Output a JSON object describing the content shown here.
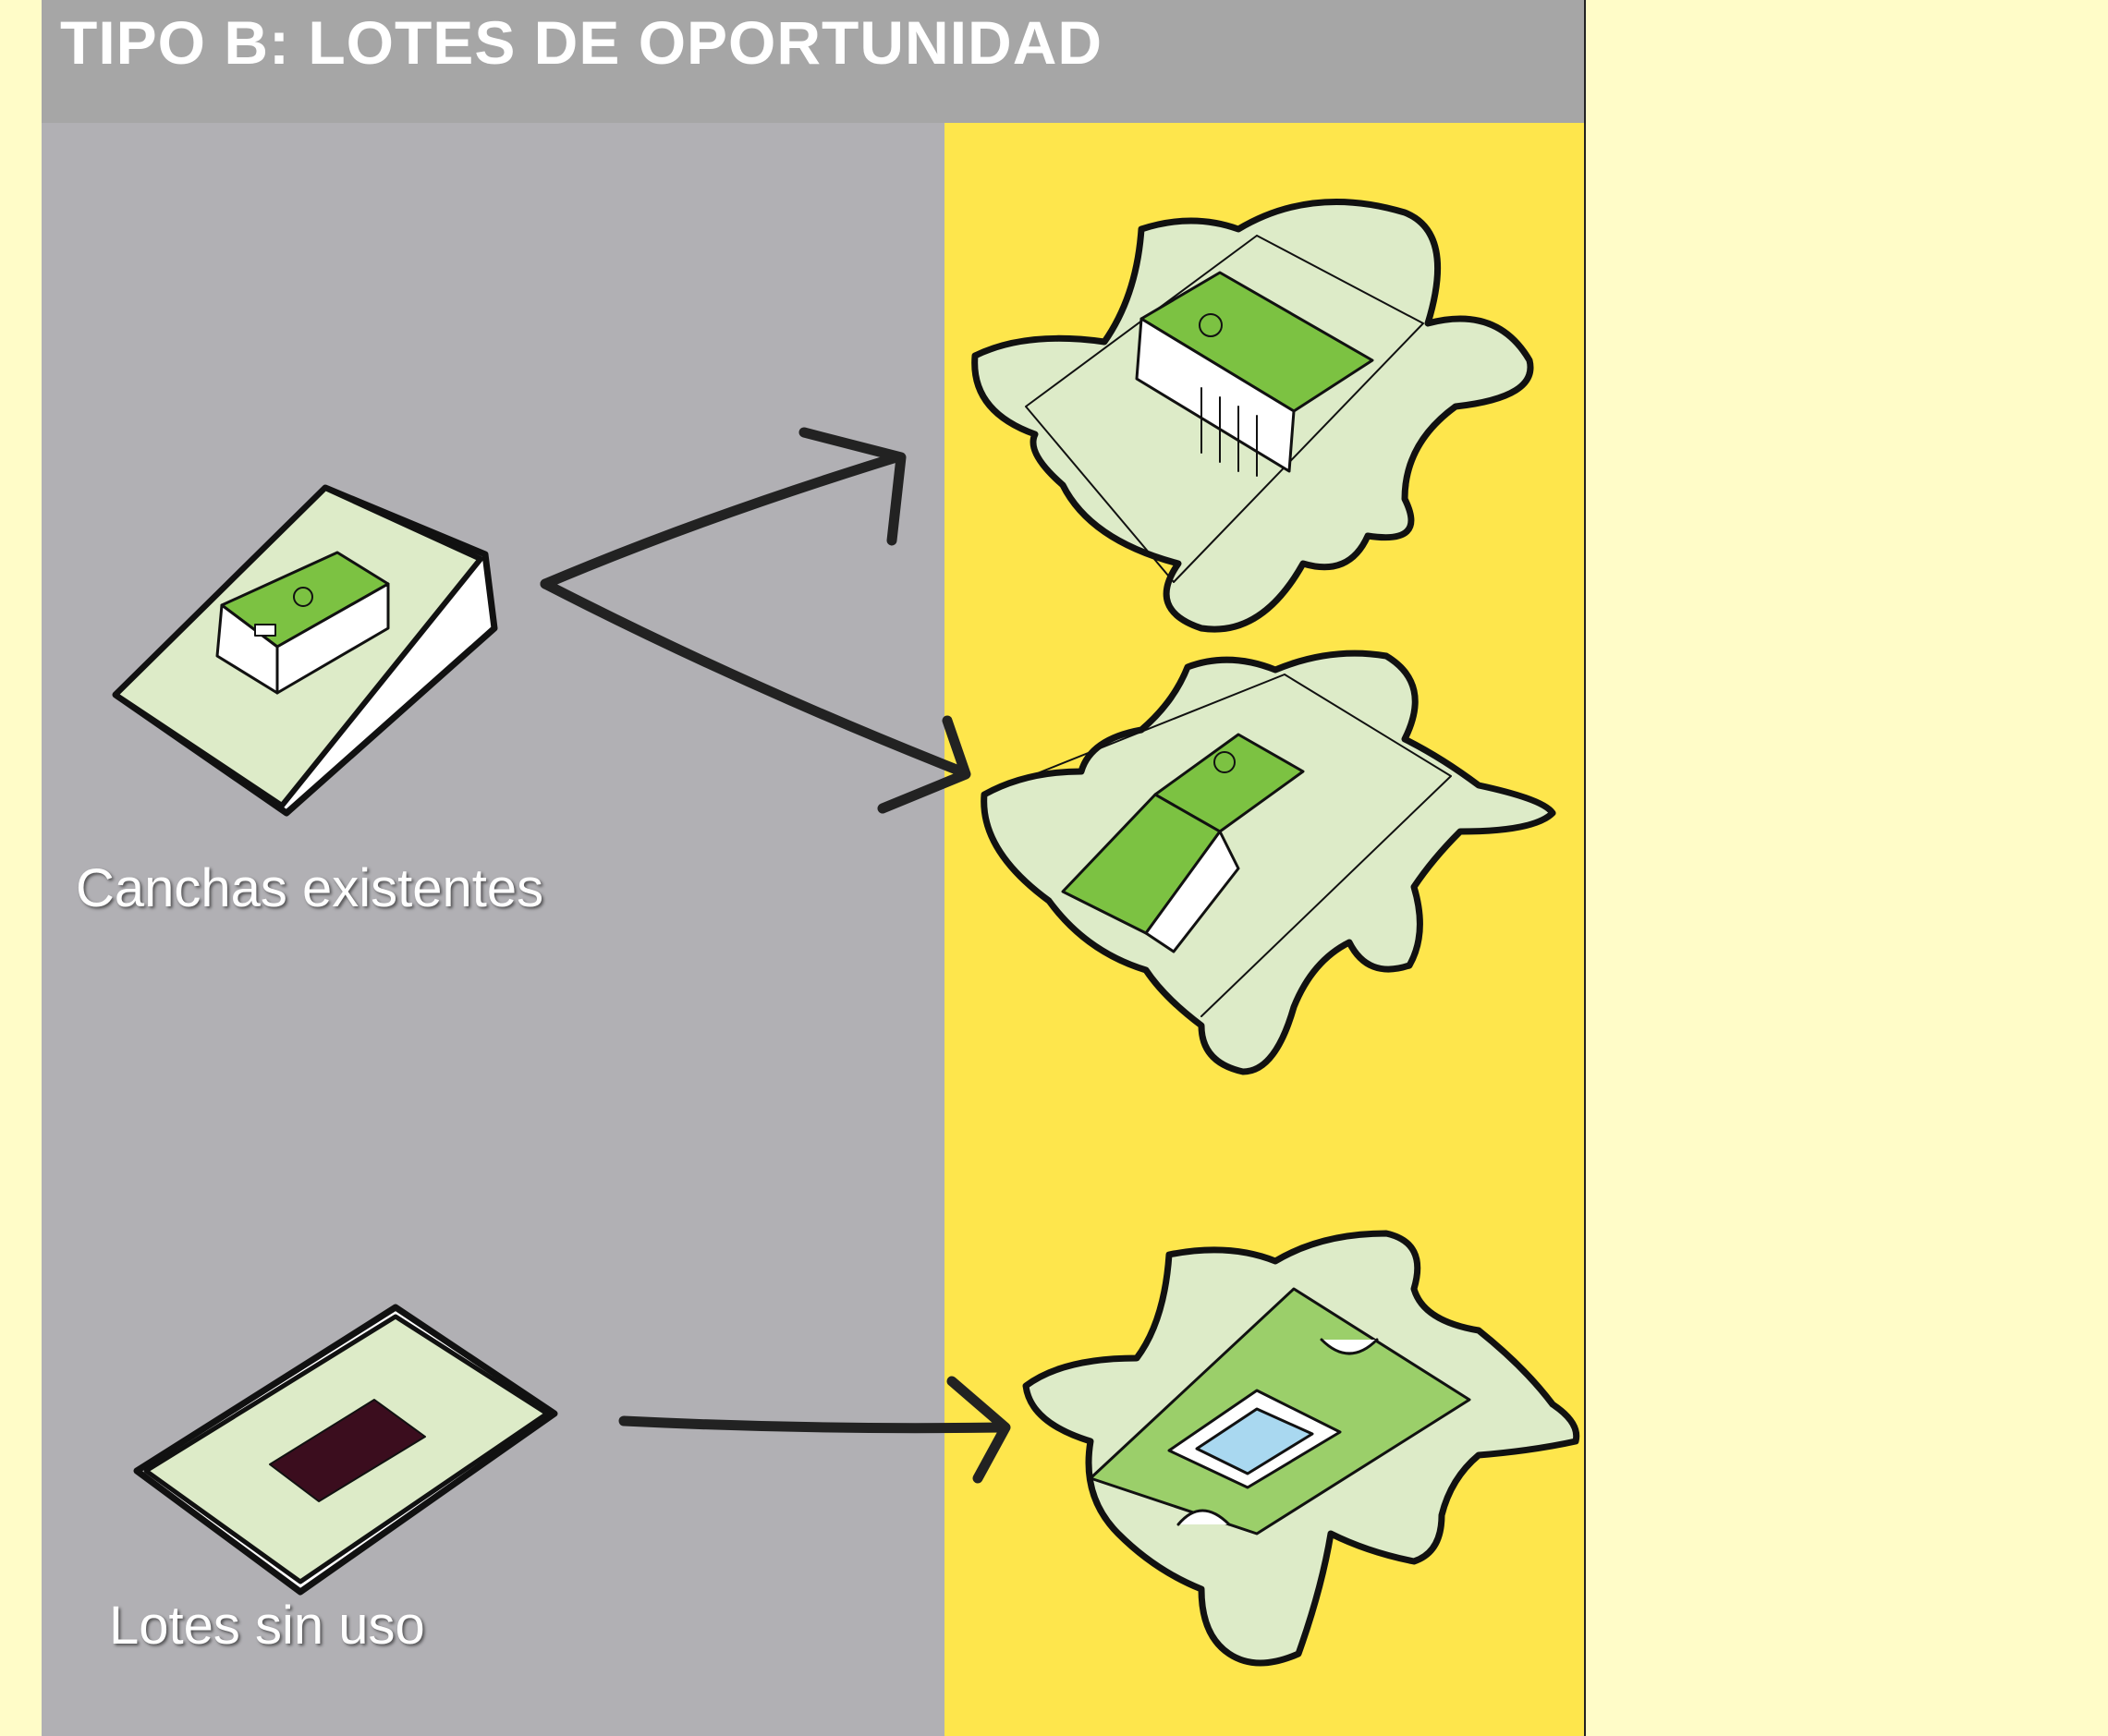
{
  "header": {
    "title": "TIPO B: LOTES DE OPORTUNIDAD"
  },
  "labels": {
    "existing_fields": "Canchas existentes",
    "unused_lots": "Lotes sin uso"
  },
  "colors": {
    "header_bg": "#A6A6A6",
    "left_panel": "#B1B0B4",
    "right_panel": "#FEE64C",
    "page_bg": "#FFFCC8",
    "lot_fill": "#DDEBC8",
    "field_green": "#7CC242",
    "dark_lot": "#3B0D1E",
    "pool_blue": "#A9D8F0"
  },
  "icons": [
    "arrow-icon"
  ]
}
